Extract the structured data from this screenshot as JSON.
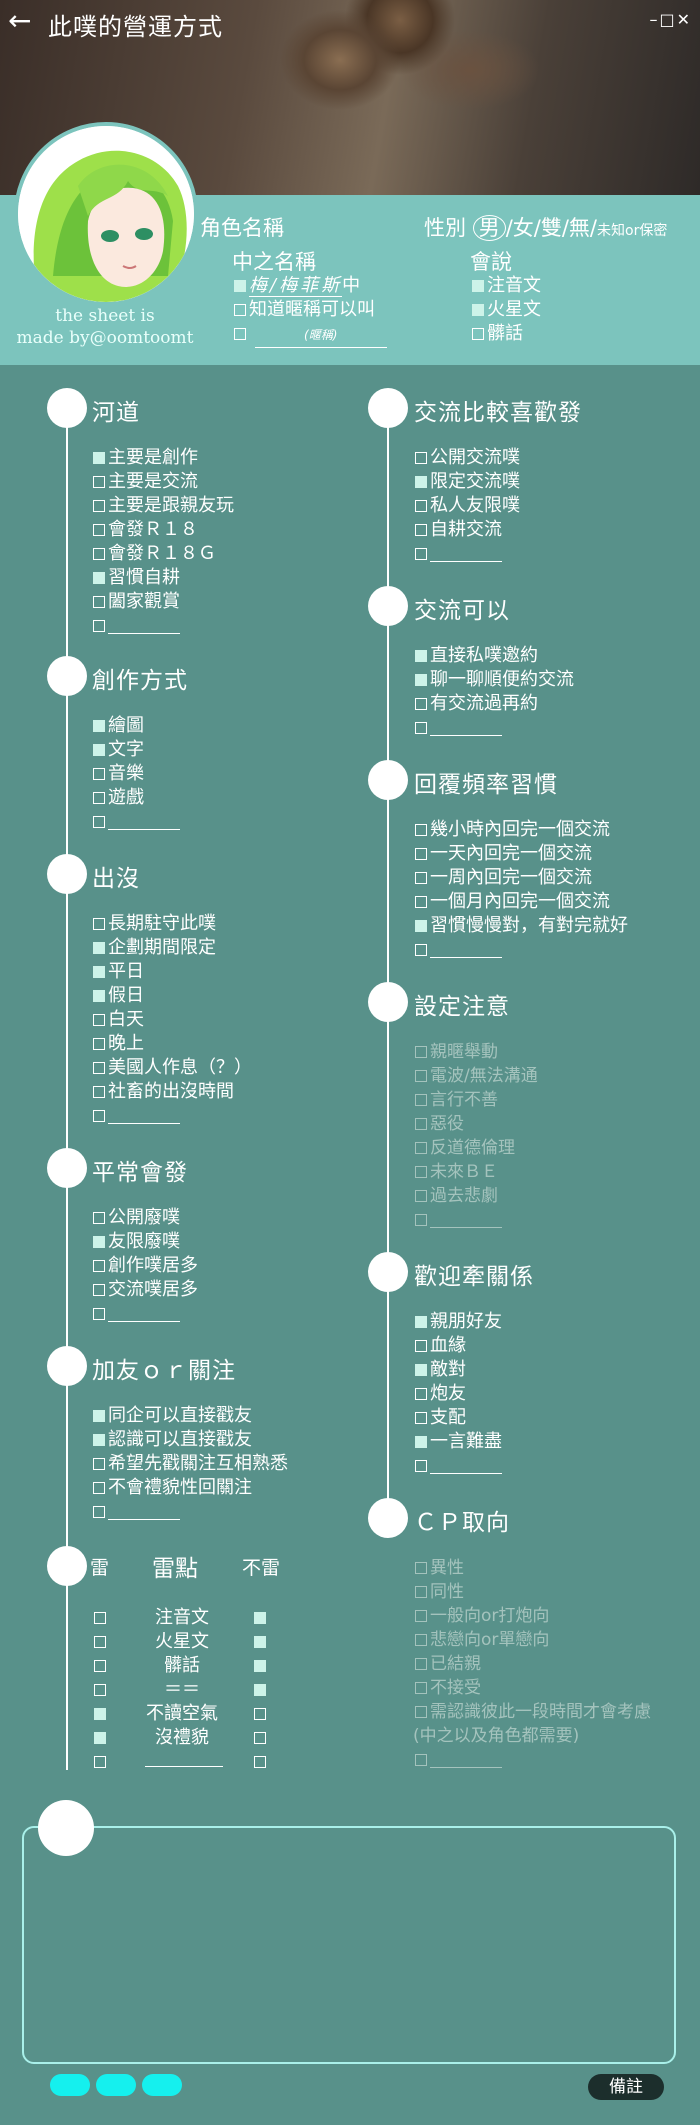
{
  "header": {
    "back_glyph": "←",
    "title": "此噗的營運方式",
    "window_controls": "–□✕"
  },
  "profile": {
    "credit_line1": "the sheet is",
    "credit_line2": "made by@oomtoomt",
    "role_name_label": "角色名稱",
    "gender_label": "性別",
    "gender_options": [
      "男",
      "女",
      "雙",
      "無",
      "未知or保密"
    ],
    "gender_selected": "男",
    "nickname_label": "中之名稱",
    "nickname_options": [
      {
        "checked": true,
        "prefix": "",
        "hand": "梅/梅菲斯",
        "suffix": "中"
      },
      {
        "checked": false,
        "prefix": "知道暱稱可以叫",
        "hand": "",
        "suffix": ""
      },
      {
        "checked": false,
        "prefix": "",
        "hand": "(暱稱)",
        "suffix": ""
      }
    ],
    "speak_label": "會說",
    "speak_options": [
      {
        "label": "注音文",
        "checked": true
      },
      {
        "label": "火星文",
        "checked": true
      },
      {
        "label": "髒話",
        "checked": false
      }
    ]
  },
  "sections_left": [
    {
      "title": "河道",
      "items": [
        {
          "label": "主要是創作",
          "checked": true
        },
        {
          "label": "主要是交流",
          "checked": false
        },
        {
          "label": "主要是跟親友玩",
          "checked": false
        },
        {
          "label": "會發Ｒ１８",
          "checked": false
        },
        {
          "label": "會發Ｒ１８Ｇ",
          "checked": false
        },
        {
          "label": "習慣自耕",
          "checked": true
        },
        {
          "label": "闔家觀賞",
          "checked": false
        },
        {
          "label": "",
          "checked": false,
          "blank": true
        }
      ]
    },
    {
      "title": "創作方式",
      "items": [
        {
          "label": "繪圖",
          "checked": true
        },
        {
          "label": "文字",
          "checked": true
        },
        {
          "label": "音樂",
          "checked": false
        },
        {
          "label": "遊戲",
          "checked": false
        },
        {
          "label": "",
          "checked": false,
          "blank": true
        }
      ]
    },
    {
      "title": "出沒",
      "items": [
        {
          "label": "長期駐守此噗",
          "checked": false
        },
        {
          "label": "企劃期間限定",
          "checked": true
        },
        {
          "label": "平日",
          "checked": true
        },
        {
          "label": "假日",
          "checked": true
        },
        {
          "label": "白天",
          "checked": false
        },
        {
          "label": "晚上",
          "checked": false
        },
        {
          "label": "美國人作息（？）",
          "checked": false
        },
        {
          "label": "社畜的出沒時間",
          "checked": false
        },
        {
          "label": "",
          "checked": false,
          "blank": true
        }
      ]
    },
    {
      "title": "平常會發",
      "items": [
        {
          "label": "公開廢噗",
          "checked": false
        },
        {
          "label": "友限廢噗",
          "checked": true
        },
        {
          "label": "創作噗居多",
          "checked": false
        },
        {
          "label": "交流噗居多",
          "checked": false
        },
        {
          "label": "",
          "checked": false,
          "blank": true
        }
      ]
    },
    {
      "title": "加友ｏｒ關注",
      "items": [
        {
          "label": "同企可以直接戳友",
          "checked": true
        },
        {
          "label": "認識可以直接戳友",
          "checked": true
        },
        {
          "label": "希望先戳關注互相熟悉",
          "checked": false
        },
        {
          "label": "不會禮貌性回關注",
          "checked": false
        },
        {
          "label": "",
          "checked": false,
          "blank": true
        }
      ]
    }
  ],
  "thunder": {
    "left_header": "雷",
    "center_header": "雷點",
    "right_header": "不雷",
    "rows": [
      {
        "label": "注音文",
        "lei": false,
        "bulei": true
      },
      {
        "label": "火星文",
        "lei": false,
        "bulei": true
      },
      {
        "label": "髒話",
        "lei": false,
        "bulei": true
      },
      {
        "label": "＝＝",
        "lei": false,
        "bulei": true
      },
      {
        "label": "不讀空氣",
        "lei": true,
        "bulei": false
      },
      {
        "label": "沒禮貌",
        "lei": true,
        "bulei": false
      },
      {
        "label": "",
        "lei": false,
        "bulei": false,
        "blank": true
      }
    ]
  },
  "sections_right": [
    {
      "title": "交流比較喜歡發",
      "items": [
        {
          "label": "公開交流噗",
          "checked": false
        },
        {
          "label": "限定交流噗",
          "checked": true
        },
        {
          "label": "私人友限噗",
          "checked": false
        },
        {
          "label": "自耕交流",
          "checked": false
        },
        {
          "label": "",
          "checked": false,
          "blank": true
        }
      ]
    },
    {
      "title": "交流可以",
      "items": [
        {
          "label": "直接私噗邀約",
          "checked": true
        },
        {
          "label": "聊一聊順便約交流",
          "checked": true
        },
        {
          "label": "有交流過再約",
          "checked": false
        },
        {
          "label": "",
          "checked": false,
          "blank": true
        }
      ]
    },
    {
      "title": "回覆頻率習慣",
      "items": [
        {
          "label": "幾小時內回完一個交流",
          "checked": false
        },
        {
          "label": "一天內回完一個交流",
          "checked": false
        },
        {
          "label": "一周內回完一個交流",
          "checked": false
        },
        {
          "label": "一個月內回完一個交流",
          "checked": false
        },
        {
          "label": "習慣慢慢對，有對完就好",
          "checked": true
        },
        {
          "label": "",
          "checked": false,
          "blank": true
        }
      ]
    },
    {
      "title": "設定注意",
      "dim": true,
      "items": [
        {
          "label": "親暱舉動",
          "checked": false
        },
        {
          "label": "電波/無法溝通",
          "checked": false
        },
        {
          "label": "言行不善",
          "checked": false
        },
        {
          "label": "惡役",
          "checked": false
        },
        {
          "label": "反道德倫理",
          "checked": false
        },
        {
          "label": "未來ＢＥ",
          "checked": false
        },
        {
          "label": "過去悲劇",
          "checked": false
        },
        {
          "label": "",
          "checked": false,
          "blank": true
        }
      ]
    },
    {
      "title": "歡迎牽關係",
      "items": [
        {
          "label": "親朋好友",
          "checked": true
        },
        {
          "label": "血緣",
          "checked": false
        },
        {
          "label": "敵對",
          "checked": true
        },
        {
          "label": "炮友",
          "checked": false
        },
        {
          "label": "支配",
          "checked": false
        },
        {
          "label": "一言難盡",
          "checked": true
        },
        {
          "label": "",
          "checked": false,
          "blank": true
        }
      ]
    },
    {
      "title": "ＣＰ取向",
      "dim": true,
      "items": [
        {
          "label": "異性",
          "checked": false
        },
        {
          "label": "同性",
          "checked": false
        },
        {
          "label": "一般向or打炮向",
          "checked": false
        },
        {
          "label": "悲戀向or單戀向",
          "checked": false
        },
        {
          "label": "已結親",
          "checked": false
        },
        {
          "label": "不接受",
          "checked": false
        },
        {
          "label": "需認識彼此一段時間才會考慮",
          "checked": false,
          "extra": "(中之以及角色都需要)"
        },
        {
          "label": "",
          "checked": false,
          "blank": true
        }
      ]
    }
  ],
  "footer": {
    "memo_label": "備註"
  },
  "colors": {
    "background": "#58918a",
    "band": "#7cc4bd",
    "checked_fill": "#cdf3e9",
    "pill": "#15f0ee",
    "memo_bg": "#1c2e2c"
  }
}
